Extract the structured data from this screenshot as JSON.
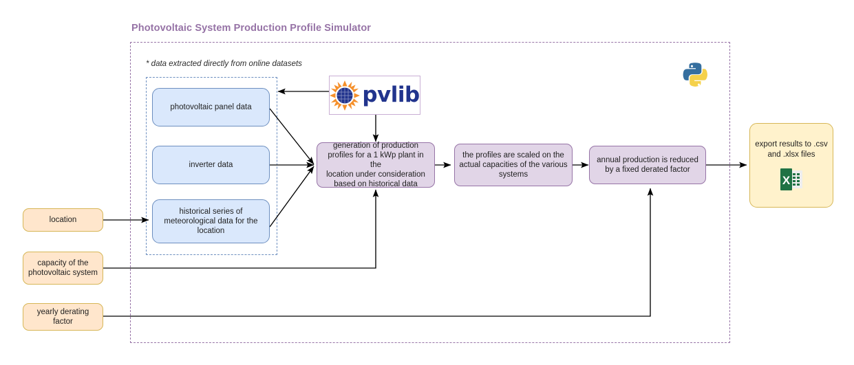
{
  "diagram": {
    "title": "Photovoltaic System Production Profile Simulator",
    "note": "* data extracted directly from online datasets",
    "colors": {
      "title_purple": "#9673a6",
      "group_outer_border": "#9673a6",
      "group_inner_border": "#6c8ebf",
      "blue_fill": "#dae8fc",
      "blue_border": "#6c8ebf",
      "purple_fill": "#e1d5e7",
      "purple_border": "#9673a6",
      "yellow_fill": "#ffe6cc",
      "yellow_light_fill": "#fff2cc",
      "yellow_border": "#d6b656",
      "arrow": "#000000",
      "pvlib_blue": "#21348d",
      "pvlib_orange": "#f5902b",
      "excel_green": "#1f7244",
      "python_blue": "#366f9f",
      "python_yellow": "#f5d14b"
    }
  },
  "data_sources": {
    "panel_data": "photovoltaic panel data",
    "inverter_data": "inverter data",
    "meteo_data": "historical series of\nmeteorological data for the\nlocation"
  },
  "inputs": {
    "location": "location",
    "capacity": "capacity of the\nphotovoltaic system",
    "derating": "yearly derating factor"
  },
  "process": {
    "step1": "generation of production\nprofiles for a 1 kWp plant in the\nlocation under consideration\nbased on historical data",
    "step2": "the profiles are scaled on the\nactual capacities of the various\nsystems",
    "step3": "annual production is reduced\nby a fixed derated factor"
  },
  "output": {
    "export": "export results to .csv\nand .xlsx files"
  },
  "logos": {
    "pvlib_word": "pvlib",
    "pvlib_name": "pvlib-logo",
    "python_name": "python-logo",
    "excel_name": "excel-icon",
    "excel_letter": "X"
  }
}
